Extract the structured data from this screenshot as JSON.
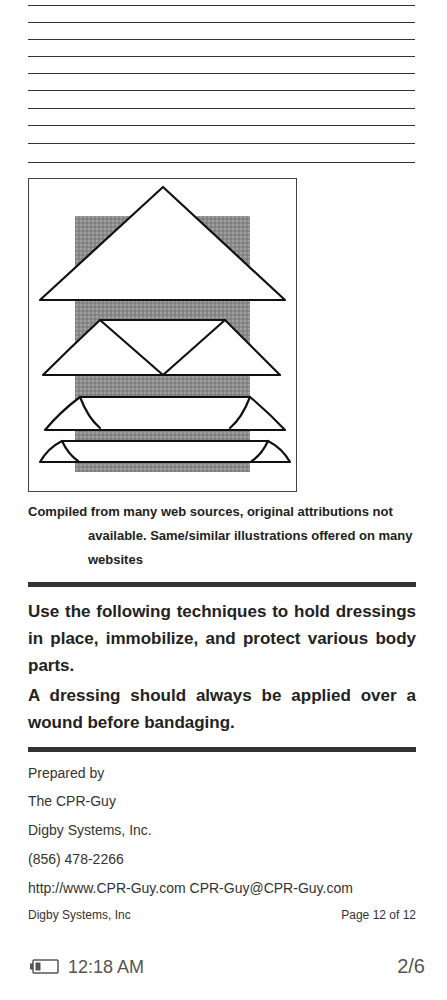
{
  "diagram": {
    "caption": "Compiled from many web sources, original attributions not available. Same/similar illustrations offered on many websites",
    "labels": [
      "Use the following techniques to hold dressings in place, immobilize, and protect various body parts.",
      "A dressing should always be applied over a wound before bandaging.",
      "Prepared by",
      "The CPR-Guy",
      "Digby Systems, Inc.",
      "(856) 478-2266",
      "http://www.CPR-Guy.com CPR-Guy@CPR-Guy.com",
      "Digby Systems, Inc",
      "Page 12 of 12",
      "12:18 AM",
      "2/6"
    ]
  }
}
